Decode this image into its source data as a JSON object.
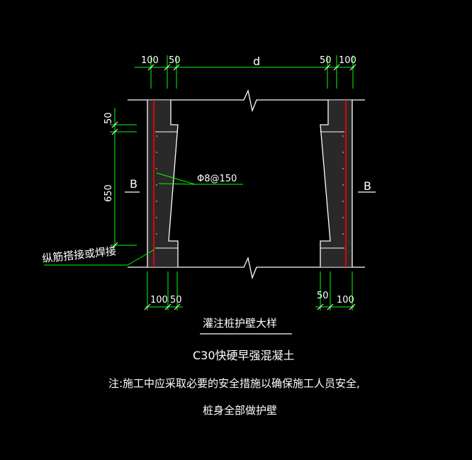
{
  "drawing": {
    "top_dims": [
      "100",
      "50",
      "d",
      "50",
      "100"
    ],
    "bottom_dims_left": [
      "100",
      "50"
    ],
    "bottom_dims_right": [
      "50",
      "100"
    ],
    "vertical_dims": [
      "50",
      "650"
    ],
    "section_left": "B",
    "section_right": "B",
    "rebar_label": "Φ8@150",
    "lap_label": "纵筋搭接或焊接",
    "title": "灌注桩护壁大样",
    "concrete_note": "C30快硬早强混凝土",
    "note_line1": "注:施工中应采取必要的安全措施以确保施工人员安全,",
    "note_line2": "桩身全部做护壁"
  },
  "colors": {
    "background": "#000000",
    "outline": "#ffffff",
    "dimension": "#00ff00",
    "rebar": "#ff0000",
    "hatch": "#8a8a8a"
  }
}
